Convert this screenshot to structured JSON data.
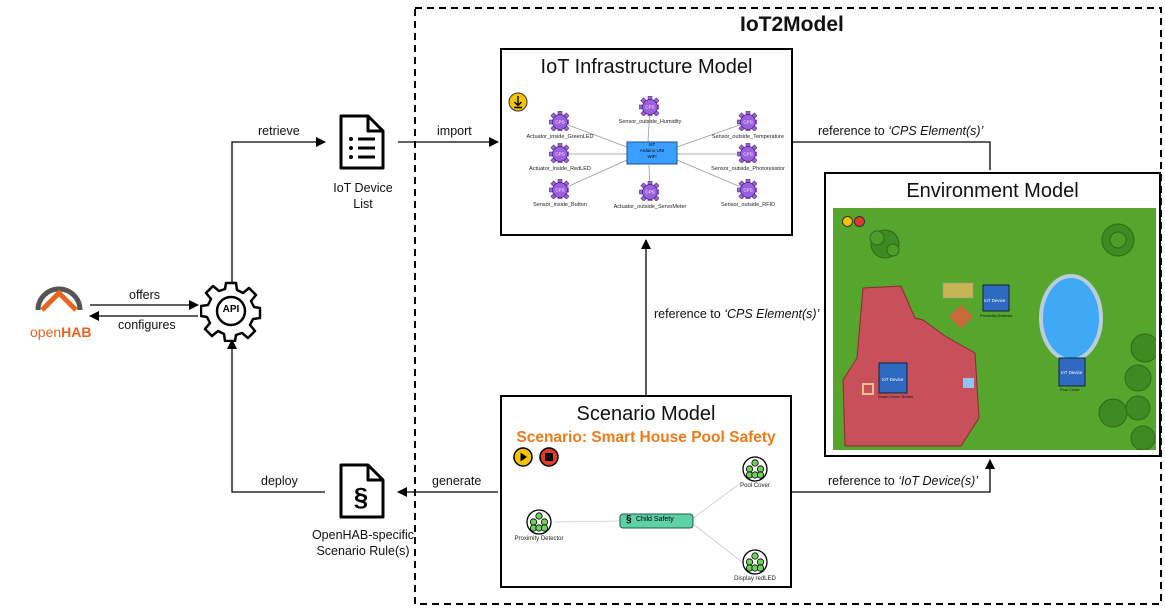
{
  "iot2model": {
    "title": "IoT2Model"
  },
  "infra": {
    "title": "IoT Infrastructure Model",
    "center_lines": [
      "IoT",
      "Arduino UNI",
      "WiFi"
    ],
    "nodes": [
      {
        "label": "Actuator_inside_GreenLED"
      },
      {
        "label": "Sensor_outside_Humidity"
      },
      {
        "label": "Sensor_outside_Temperature"
      },
      {
        "label": "Actuator_inside_RedLED"
      },
      {
        "label": "Sensor_outside_Photoresistor"
      },
      {
        "label": "Sensor_inside_Button"
      },
      {
        "label": "Actuator_outside_ServoMeter"
      },
      {
        "label": "Sensor_outside_RFID"
      }
    ],
    "gear_text": "CPS"
  },
  "environment": {
    "title": "Environment Model",
    "device1": "IoT Device",
    "device1_sub": "Proximity Detector",
    "device2": "IoT Device",
    "device2_sub": "Smart Home Button",
    "device3": "IoT Device",
    "device3_sub": "Pool Cover"
  },
  "scenario": {
    "title": "Scenario Model",
    "subtitle": "Scenario: Smart House Pool Safety",
    "center": "Child Safety",
    "section_sign": "§",
    "nodes": [
      "Proximity Detector",
      "Pool Cover",
      "Display redLED"
    ]
  },
  "docs": {
    "device_list": "IoT Device List",
    "scenario_rules": "OpenHAB-specific Scenario Rule(s)"
  },
  "openhab": {
    "label_a": "open",
    "label_b": "HAB"
  },
  "api": {
    "label": "API"
  },
  "arrows": {
    "retrieve": "retrieve",
    "import": "import",
    "offers": "offers",
    "configures": "configures",
    "deploy": "deploy",
    "generate": "generate",
    "ref_cps_top_prefix": "reference to ",
    "ref_cps_top": "‘CPS Element(s)’",
    "ref_cps_mid_prefix": "reference to ",
    "ref_cps_mid": "‘CPS Element(s)’",
    "ref_iot_prefix": "reference to ",
    "ref_iot": "‘IoT Device(s)’"
  }
}
